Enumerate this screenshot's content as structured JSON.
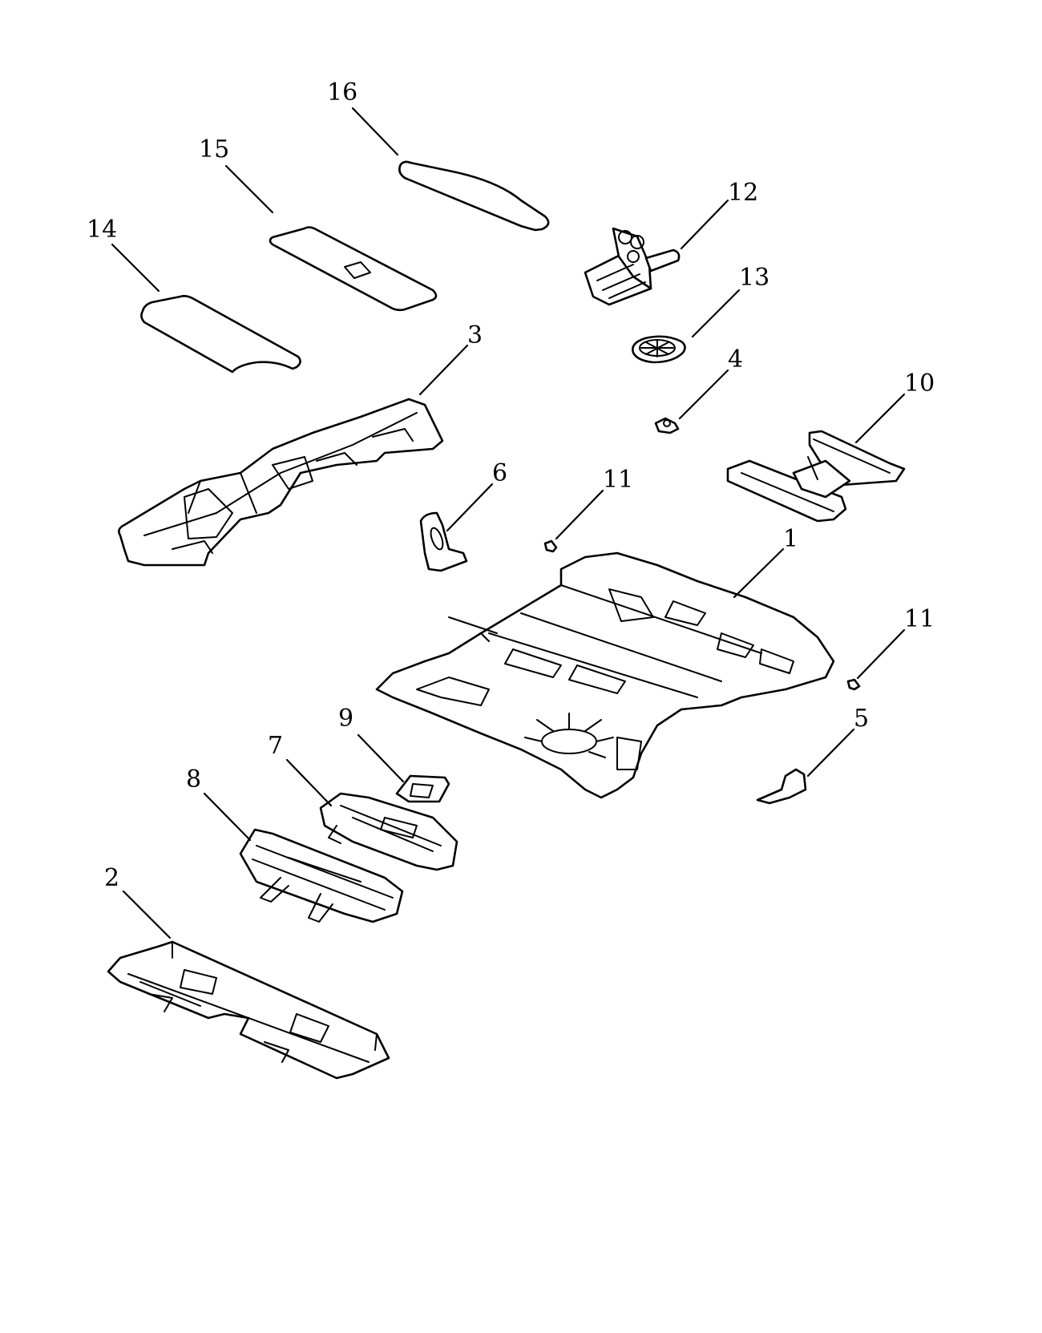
{
  "callouts": {
    "p1": "1",
    "p2": "2",
    "p3": "3",
    "p4": "4",
    "p5": "5",
    "p6": "6",
    "p7": "7",
    "p8": "8",
    "p9": "9",
    "p10": "10",
    "p11a": "11",
    "p11b": "11",
    "p12": "12",
    "p13": "13",
    "p14": "14",
    "p15": "15",
    "p16": "16"
  },
  "colors": {
    "line": "#000000",
    "background": "#ffffff"
  }
}
